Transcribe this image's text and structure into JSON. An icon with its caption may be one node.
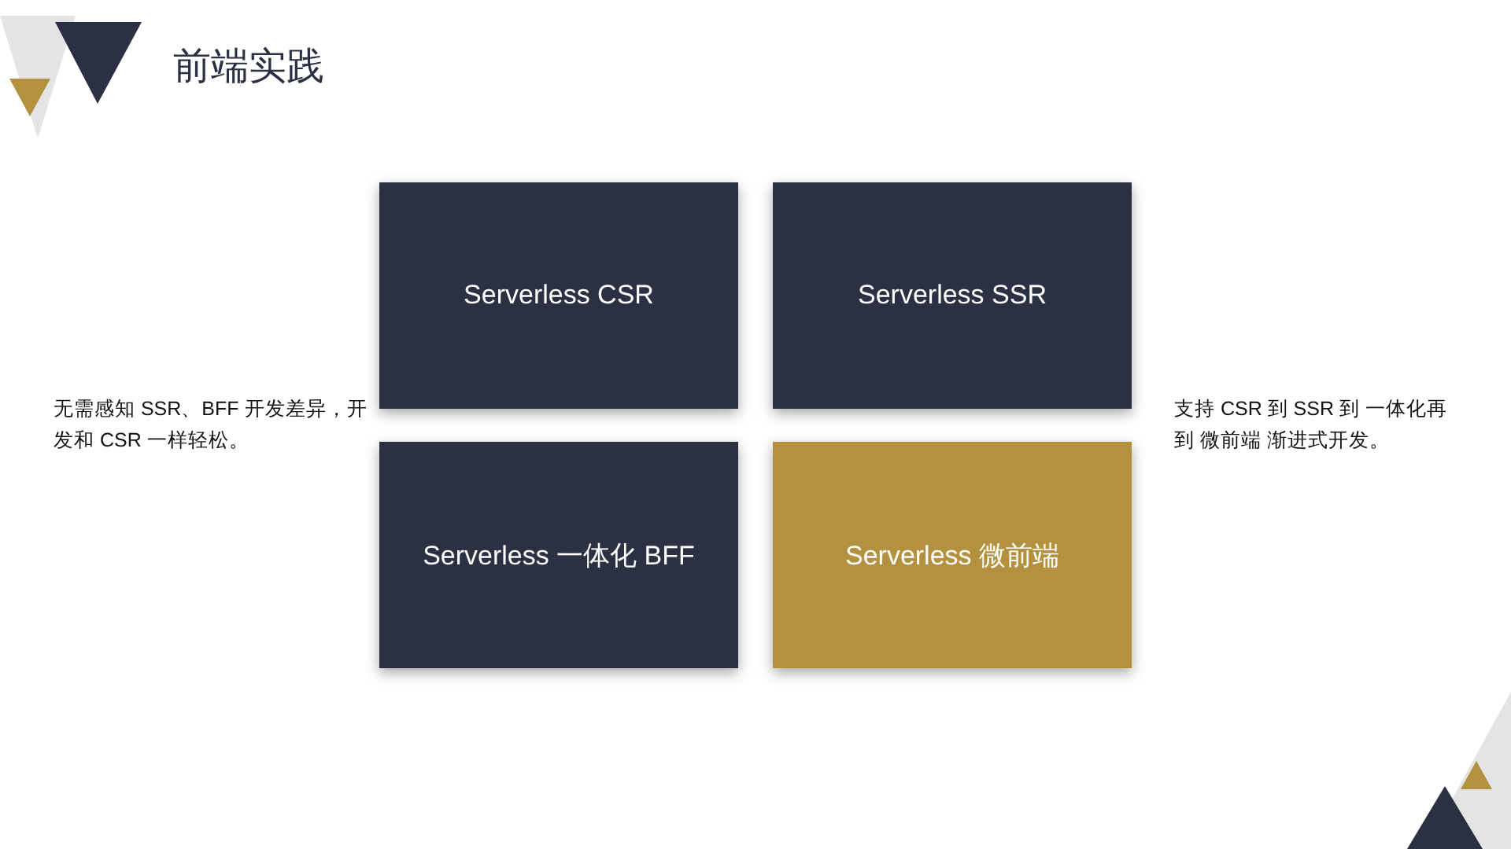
{
  "diagram": {
    "title": "前端实践",
    "nodes": [
      {
        "text": [
          "Serverless CSR"
        ]
      },
      {
        "text": [
          "Serverless SSR"
        ]
      },
      {
        "text": [
          "Serverless 一体化 BFF"
        ]
      },
      {
        "text": [
          "Serverless 微前端"
        ]
      }
    ],
    "labels": [
      "无需感知 SSR、BFF 开发差异，开发和 CSR 一样轻松。",
      "支持 CSR 到 SSR 到 一体化再到 微前端 渐进式开发。"
    ]
  }
}
